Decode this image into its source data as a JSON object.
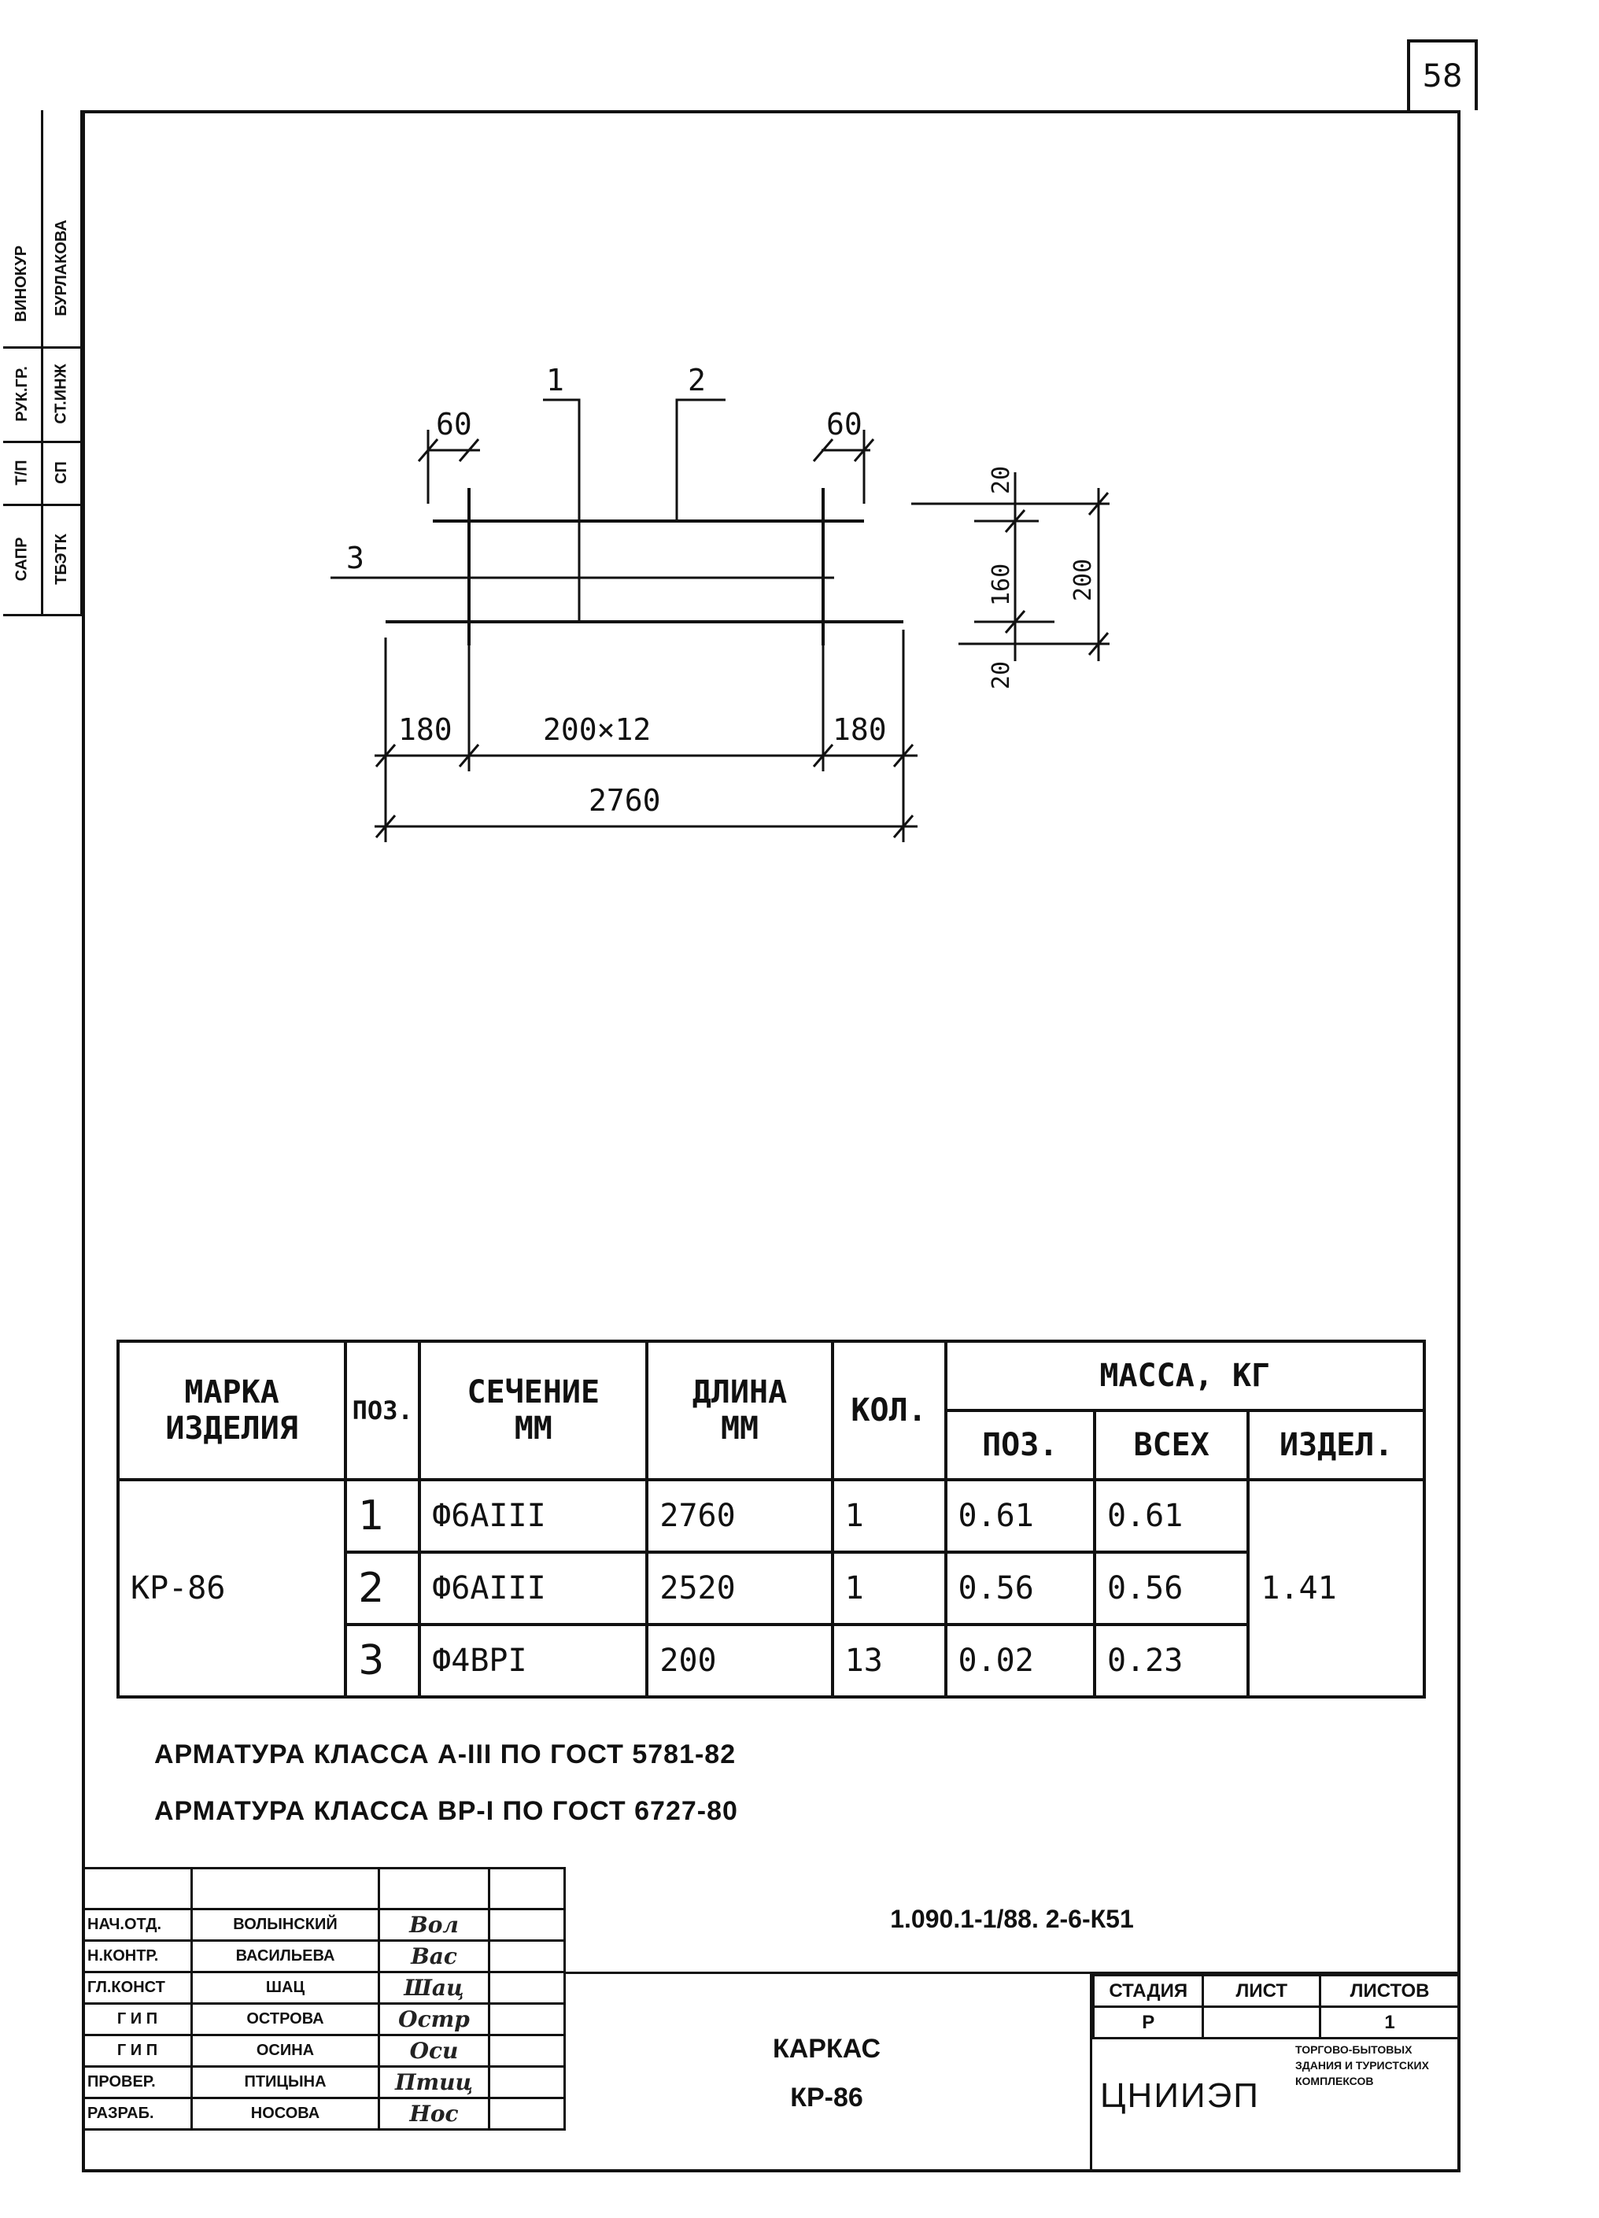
{
  "sheet_number": "58",
  "side_stamp": {
    "col1": [
      "САПР",
      "Т/П",
      "РУК.ГР.",
      "ВИНОКУР"
    ],
    "col2": [
      "ТБЭТК",
      "СП",
      "СТ.ИНЖ",
      "БУРЛАКОВА"
    ]
  },
  "drawing": {
    "labels": {
      "pos1": "1",
      "pos2": "2",
      "pos3": "3"
    },
    "dims": {
      "top_left": "60",
      "top_right": "60",
      "left": "180",
      "middle": "200×12",
      "right": "180",
      "total": "2760",
      "side_top": "20",
      "side_mid": "160",
      "side_bottom": "20",
      "side_total": "200"
    }
  },
  "spec_table": {
    "headers": {
      "mark": [
        "МАРКА",
        "ИЗДЕЛИЯ"
      ],
      "pos": "ПОЗ.",
      "section": [
        "СЕЧЕНИЕ",
        "ММ"
      ],
      "length": [
        "ДЛИНА",
        "ММ"
      ],
      "count": "КОЛ.",
      "mass": "МАССА, КГ",
      "mass_pos": "ПОЗ.",
      "mass_all": "ВСЕХ",
      "mass_item": "ИЗДЕЛ."
    },
    "mark": "КР-86",
    "total_mass": "1.41",
    "rows": [
      {
        "pos": "1",
        "section": "Ф6АIII",
        "length": "2760",
        "count": "1",
        "mass_pos": "0.61",
        "mass_all": "0.61"
      },
      {
        "pos": "2",
        "section": "Ф6АIII",
        "length": "2520",
        "count": "1",
        "mass_pos": "0.56",
        "mass_all": "0.56"
      },
      {
        "pos": "3",
        "section": "Ф4ВРI",
        "length": "200",
        "count": "13",
        "mass_pos": "0.02",
        "mass_all": "0.23"
      }
    ]
  },
  "notes": [
    "АРМАТУРА КЛАССА А-III ПО ГОСТ 5781-82",
    "АРМАТУРА КЛАССА ВР-I ПО ГОСТ 6727-80"
  ],
  "title_block": {
    "people": [
      {
        "role": "НАЧ.ОТД.",
        "name": "ВОЛЫНСКИЙ",
        "sig": "Вол"
      },
      {
        "role": "Н.КОНТР.",
        "name": "ВАСИЛЬЕВА",
        "sig": "Вас"
      },
      {
        "role": "ГЛ.КОНСТ",
        "name": "ШАЦ",
        "sig": "Шац"
      },
      {
        "role": "Г И П",
        "name": "ОСТРОВА",
        "sig": "Остр"
      },
      {
        "role": "Г И П",
        "name": "ОСИНА",
        "sig": "Оси"
      },
      {
        "role": "ПРОВЕР.",
        "name": "ПТИЦЫНА",
        "sig": "Птиц"
      },
      {
        "role": "РАЗРАБ.",
        "name": "НОСОВА",
        "sig": "Нос"
      }
    ],
    "code": "1.090.1-1/88. 2-6-К51",
    "title_line1": "КАРКАС",
    "title_line2": "КР-86",
    "stage_header": "СТАДИЯ",
    "sheet_header": "ЛИСТ",
    "sheets_header": "ЛИСТОВ",
    "stage": "Р",
    "sheet": "",
    "sheets": "1",
    "org": "ЦНИИЭП",
    "org_desc": "торгово-бытовых здания и туристских комплексов"
  }
}
